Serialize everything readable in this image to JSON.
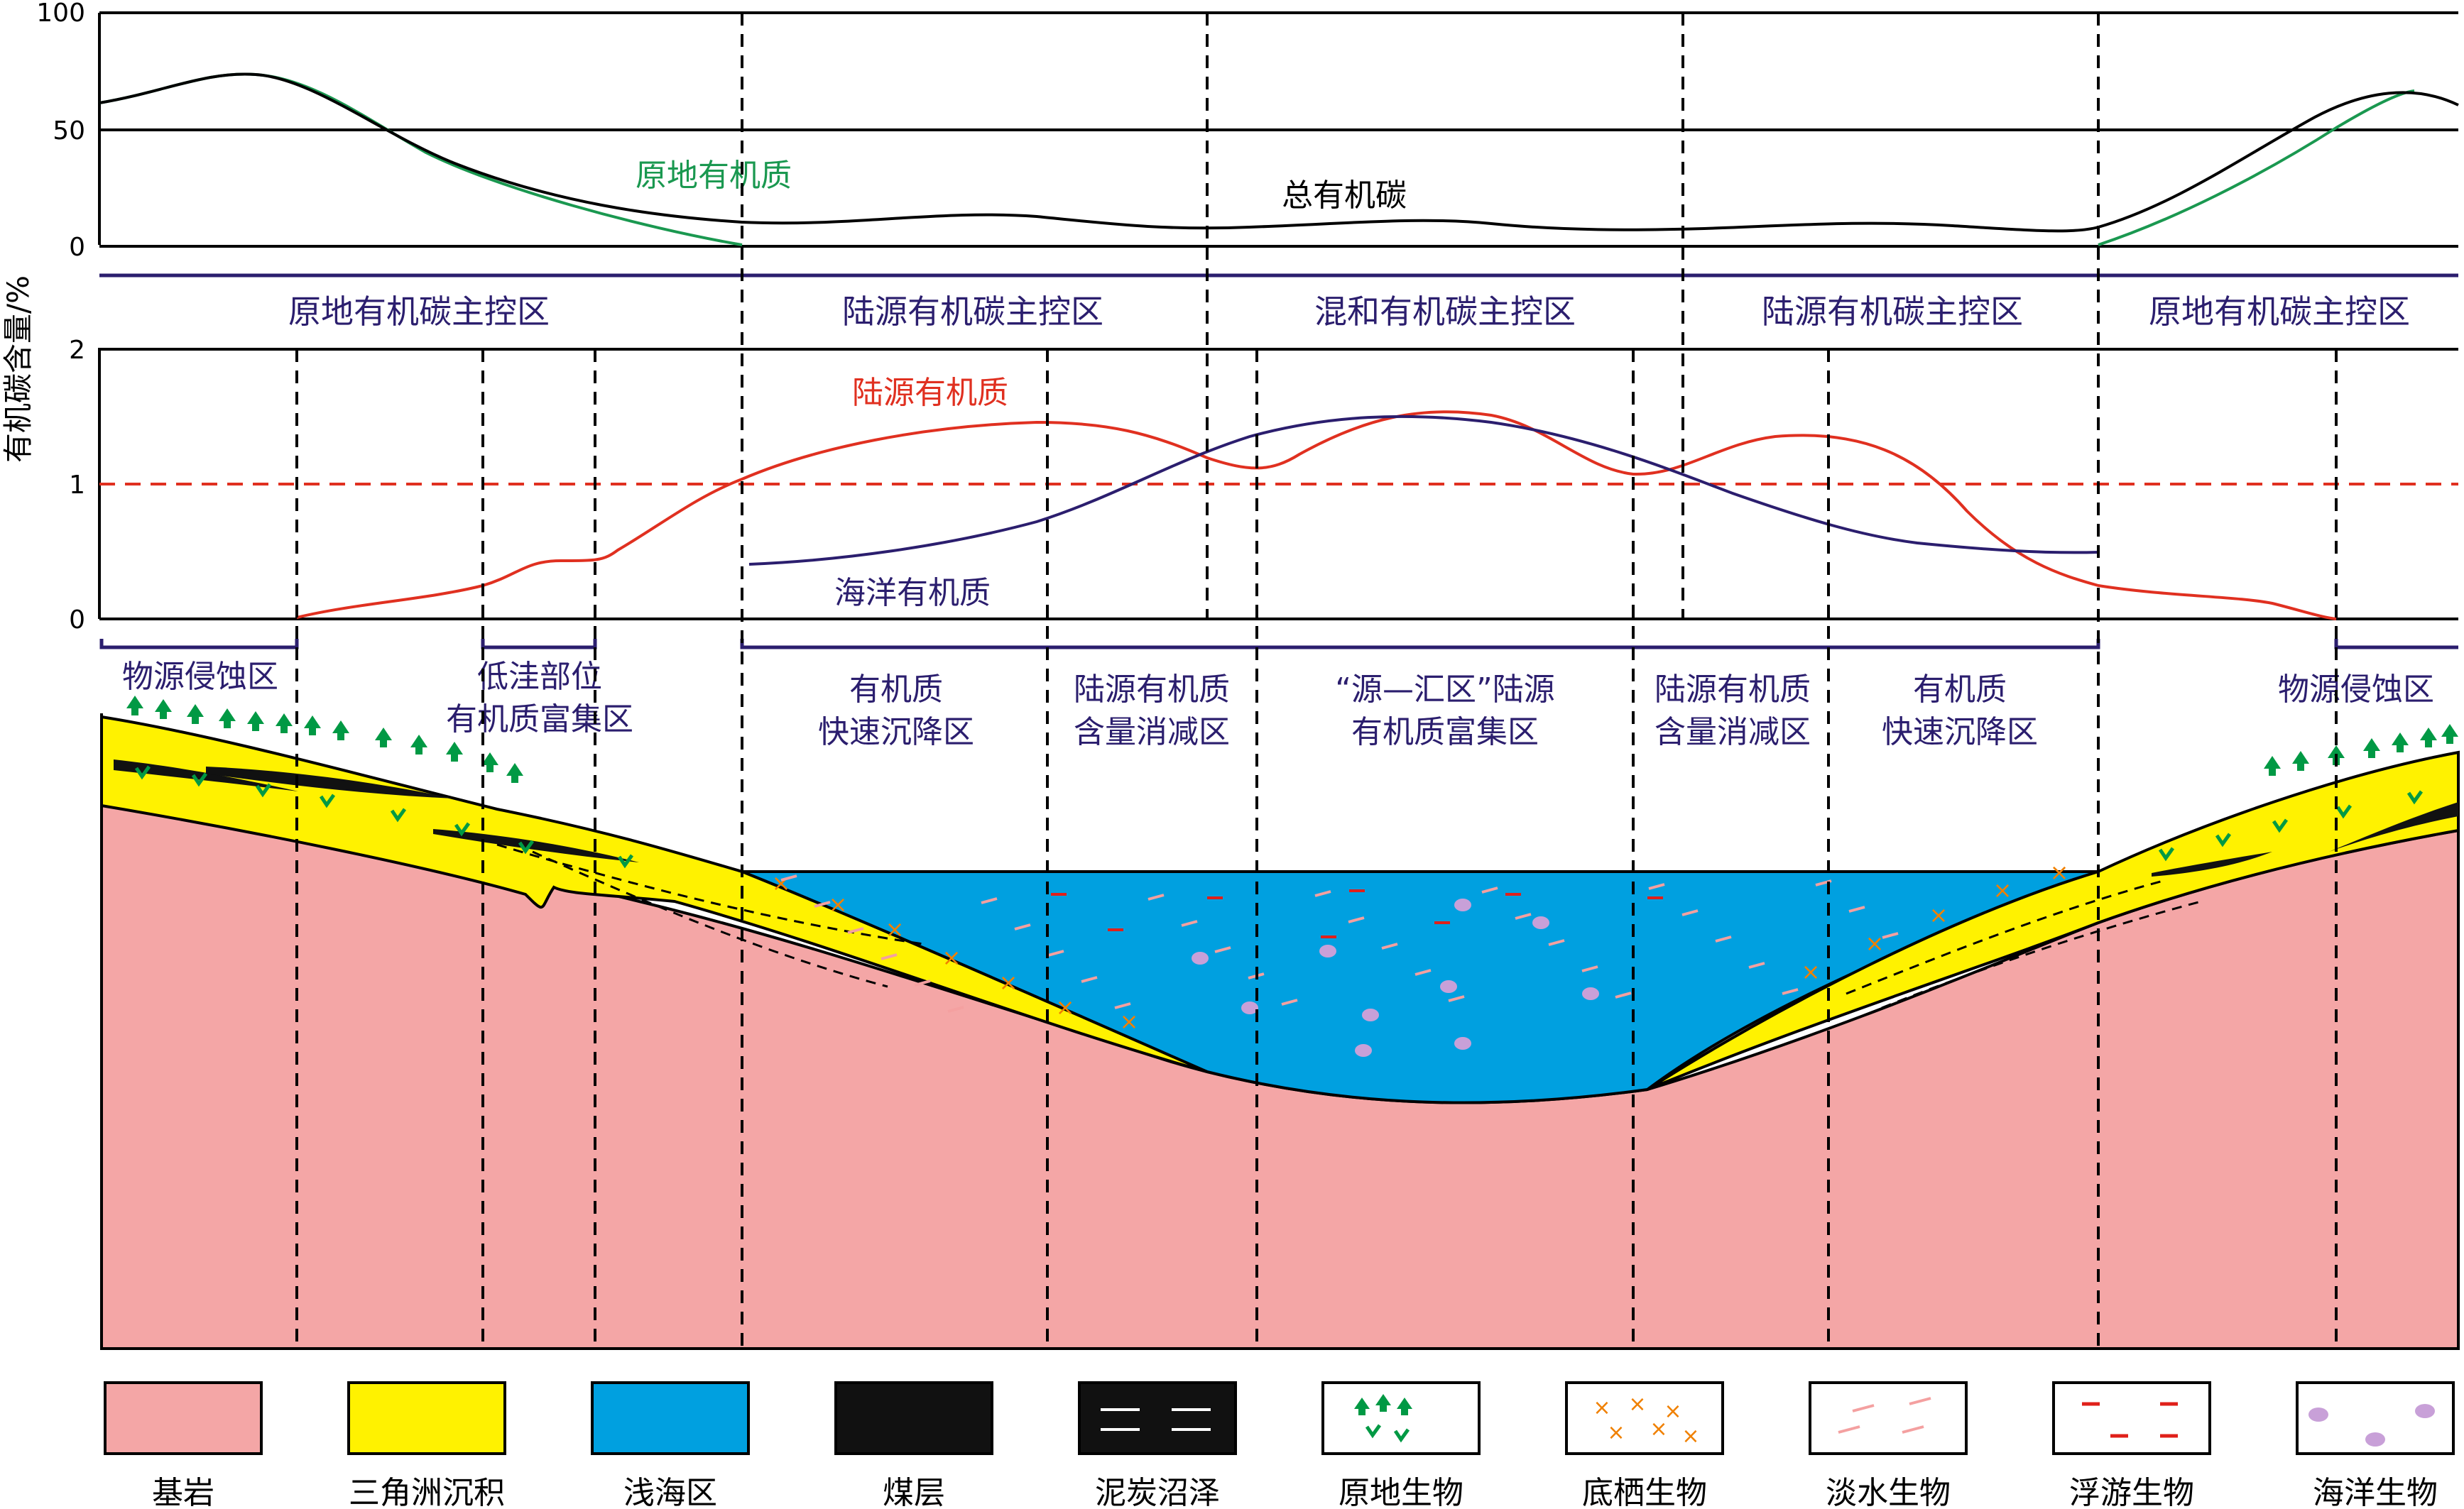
{
  "y_axis_label": "有机碳含量/%",
  "top_axis_ticks": [
    "100",
    "50",
    "0"
  ],
  "mid_axis_ticks": [
    "2",
    "1",
    "0"
  ],
  "curve_labels": {
    "in_situ": "原地有机质",
    "total": "总有机碳",
    "terrestrial": "陆源有机质",
    "marine": "海洋有机质"
  },
  "zones": [
    "原地有机碳主控区",
    "陆源有机碳主控区",
    "混和有机碳主控区",
    "陆源有机碳主控区",
    "原地有机碳主控区"
  ],
  "sub_zones": {
    "erosion_left": "物源侵蚀区",
    "low_line1": "低洼部位",
    "low_line2": "有机质富集区",
    "rapid_left_1": "有机质",
    "rapid_left_2": "快速沉降区",
    "decline_left_1": "陆源有机质",
    "decline_left_2": "含量消减区",
    "sink_1": "“源—汇区”陆源",
    "sink_2": "有机质富集区",
    "decline_right_1": "陆源有机质",
    "decline_right_2": "含量消减区",
    "rapid_right_1": "有机质",
    "rapid_right_2": "快速沉降区",
    "erosion_right": "物源侵蚀区"
  },
  "legend": [
    {
      "label": "基岩",
      "pattern": "bedrock"
    },
    {
      "label": "三角洲沉积",
      "pattern": "delta"
    },
    {
      "label": "浅海区",
      "pattern": "shallow-sea"
    },
    {
      "label": "煤层",
      "pattern": "coal"
    },
    {
      "label": "泥炭沼泽",
      "pattern": "peat"
    },
    {
      "label": "原地生物",
      "pattern": "in-situ-biota"
    },
    {
      "label": "底栖生物",
      "pattern": "benthic"
    },
    {
      "label": "淡水生物",
      "pattern": "freshwater"
    },
    {
      "label": "浮游生物",
      "pattern": "plankton"
    },
    {
      "label": "海洋生物",
      "pattern": "marine-biota"
    }
  ],
  "colors": {
    "bedrock": "#f4a6a6",
    "delta": "#fff200",
    "sea": "#00a0e0",
    "coal": "#111111",
    "in_situ_curve": "#1a9850",
    "total_curve": "#000000",
    "terrestrial_curve": "#e03020",
    "marine_curve": "#2b1e6e",
    "zone_text": "#2b1e6e",
    "vegetation": "#009944",
    "benthic": "#f08000",
    "freshwater": "#f4a0a0",
    "plankton": "#e0201a",
    "marine_biota": "#c8a0d8"
  }
}
